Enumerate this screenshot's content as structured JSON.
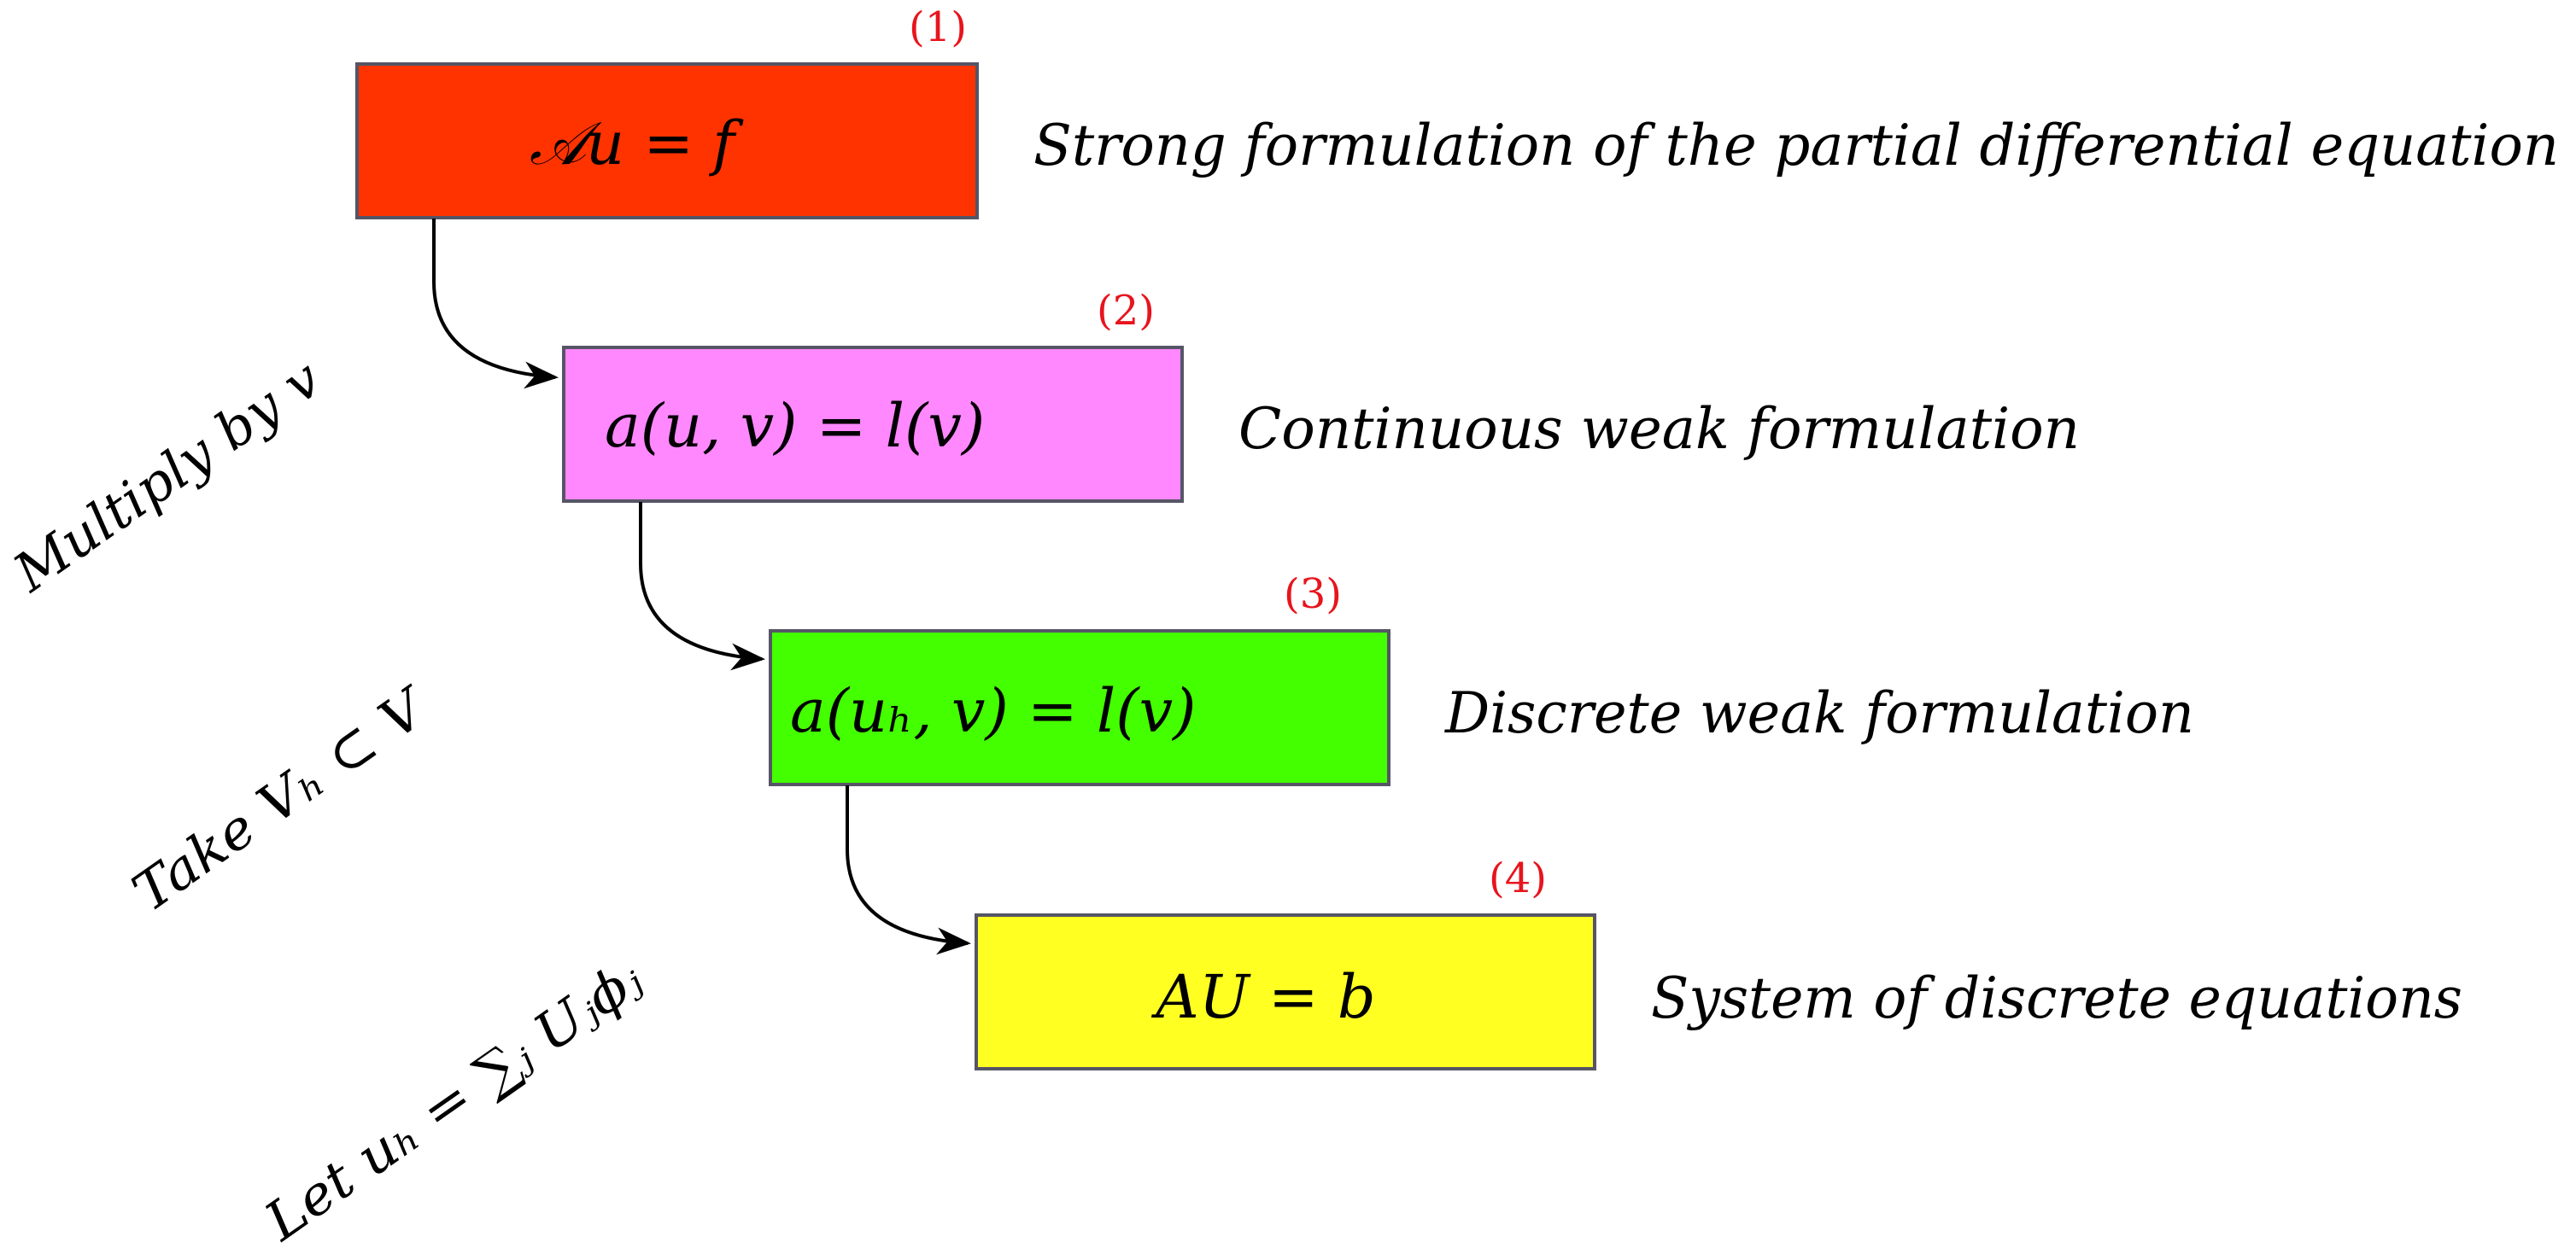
{
  "stages": [
    {
      "number": "(1)",
      "equation": "𝒜u = f",
      "description": "Strong formulation of the partial differential equation",
      "color": "#ff3300"
    },
    {
      "number": "(2)",
      "equation": "a(u, v) = l(v)",
      "description": "Continuous weak formulation",
      "color": "#ff88ff"
    },
    {
      "number": "(3)",
      "equation": "a(uₕ, v) = l(v)",
      "description": "Discrete weak formulation",
      "color": "#44ff00"
    },
    {
      "number": "(4)",
      "equation": "AU = b",
      "description": "System of discrete equations",
      "color": "#ffff22"
    }
  ],
  "transitions": [
    {
      "label": "Multiply by v"
    },
    {
      "label": "Take Vₕ ⊂ V"
    },
    {
      "label": "Let uₕ = ∑ⱼ Uⱼϕⱼ"
    }
  ]
}
